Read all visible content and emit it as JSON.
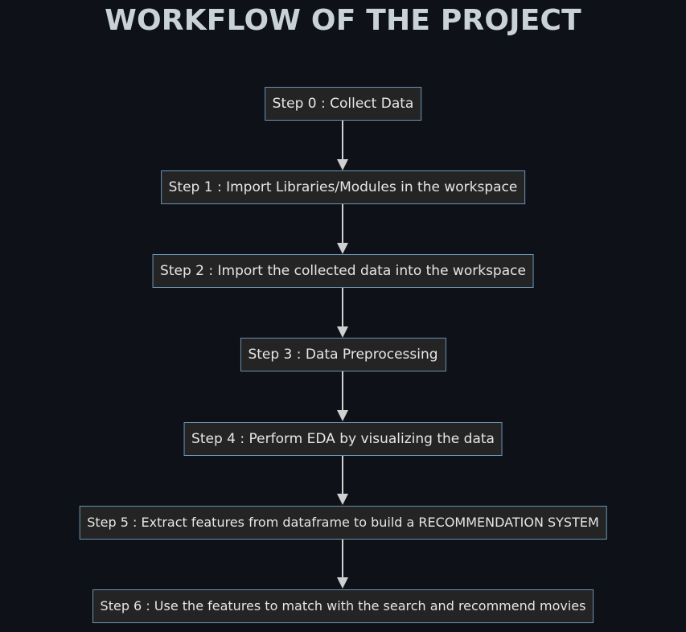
{
  "title": "WORKFLOW OF THE PROJECT",
  "colors": {
    "background": "#0e1117",
    "box_fill": "#242424",
    "box_border": "#6b93b5",
    "text": "#e6e6e6",
    "arrow": "#d0d0d0"
  },
  "steps": [
    {
      "label": "Step 0 : Collect Data"
    },
    {
      "label": "Step 1 : Import Libraries/Modules in the workspace"
    },
    {
      "label": "Step 2 : Import the collected data into the workspace"
    },
    {
      "label": "Step 3 : Data Preprocessing"
    },
    {
      "label": "Step 4 : Perform EDA by visualizing the data"
    },
    {
      "label": "Step 5 : Extract features from dataframe to build a RECOMMENDATION SYSTEM"
    },
    {
      "label": "Step 6 : Use the features to match with the search and recommend movies"
    }
  ]
}
